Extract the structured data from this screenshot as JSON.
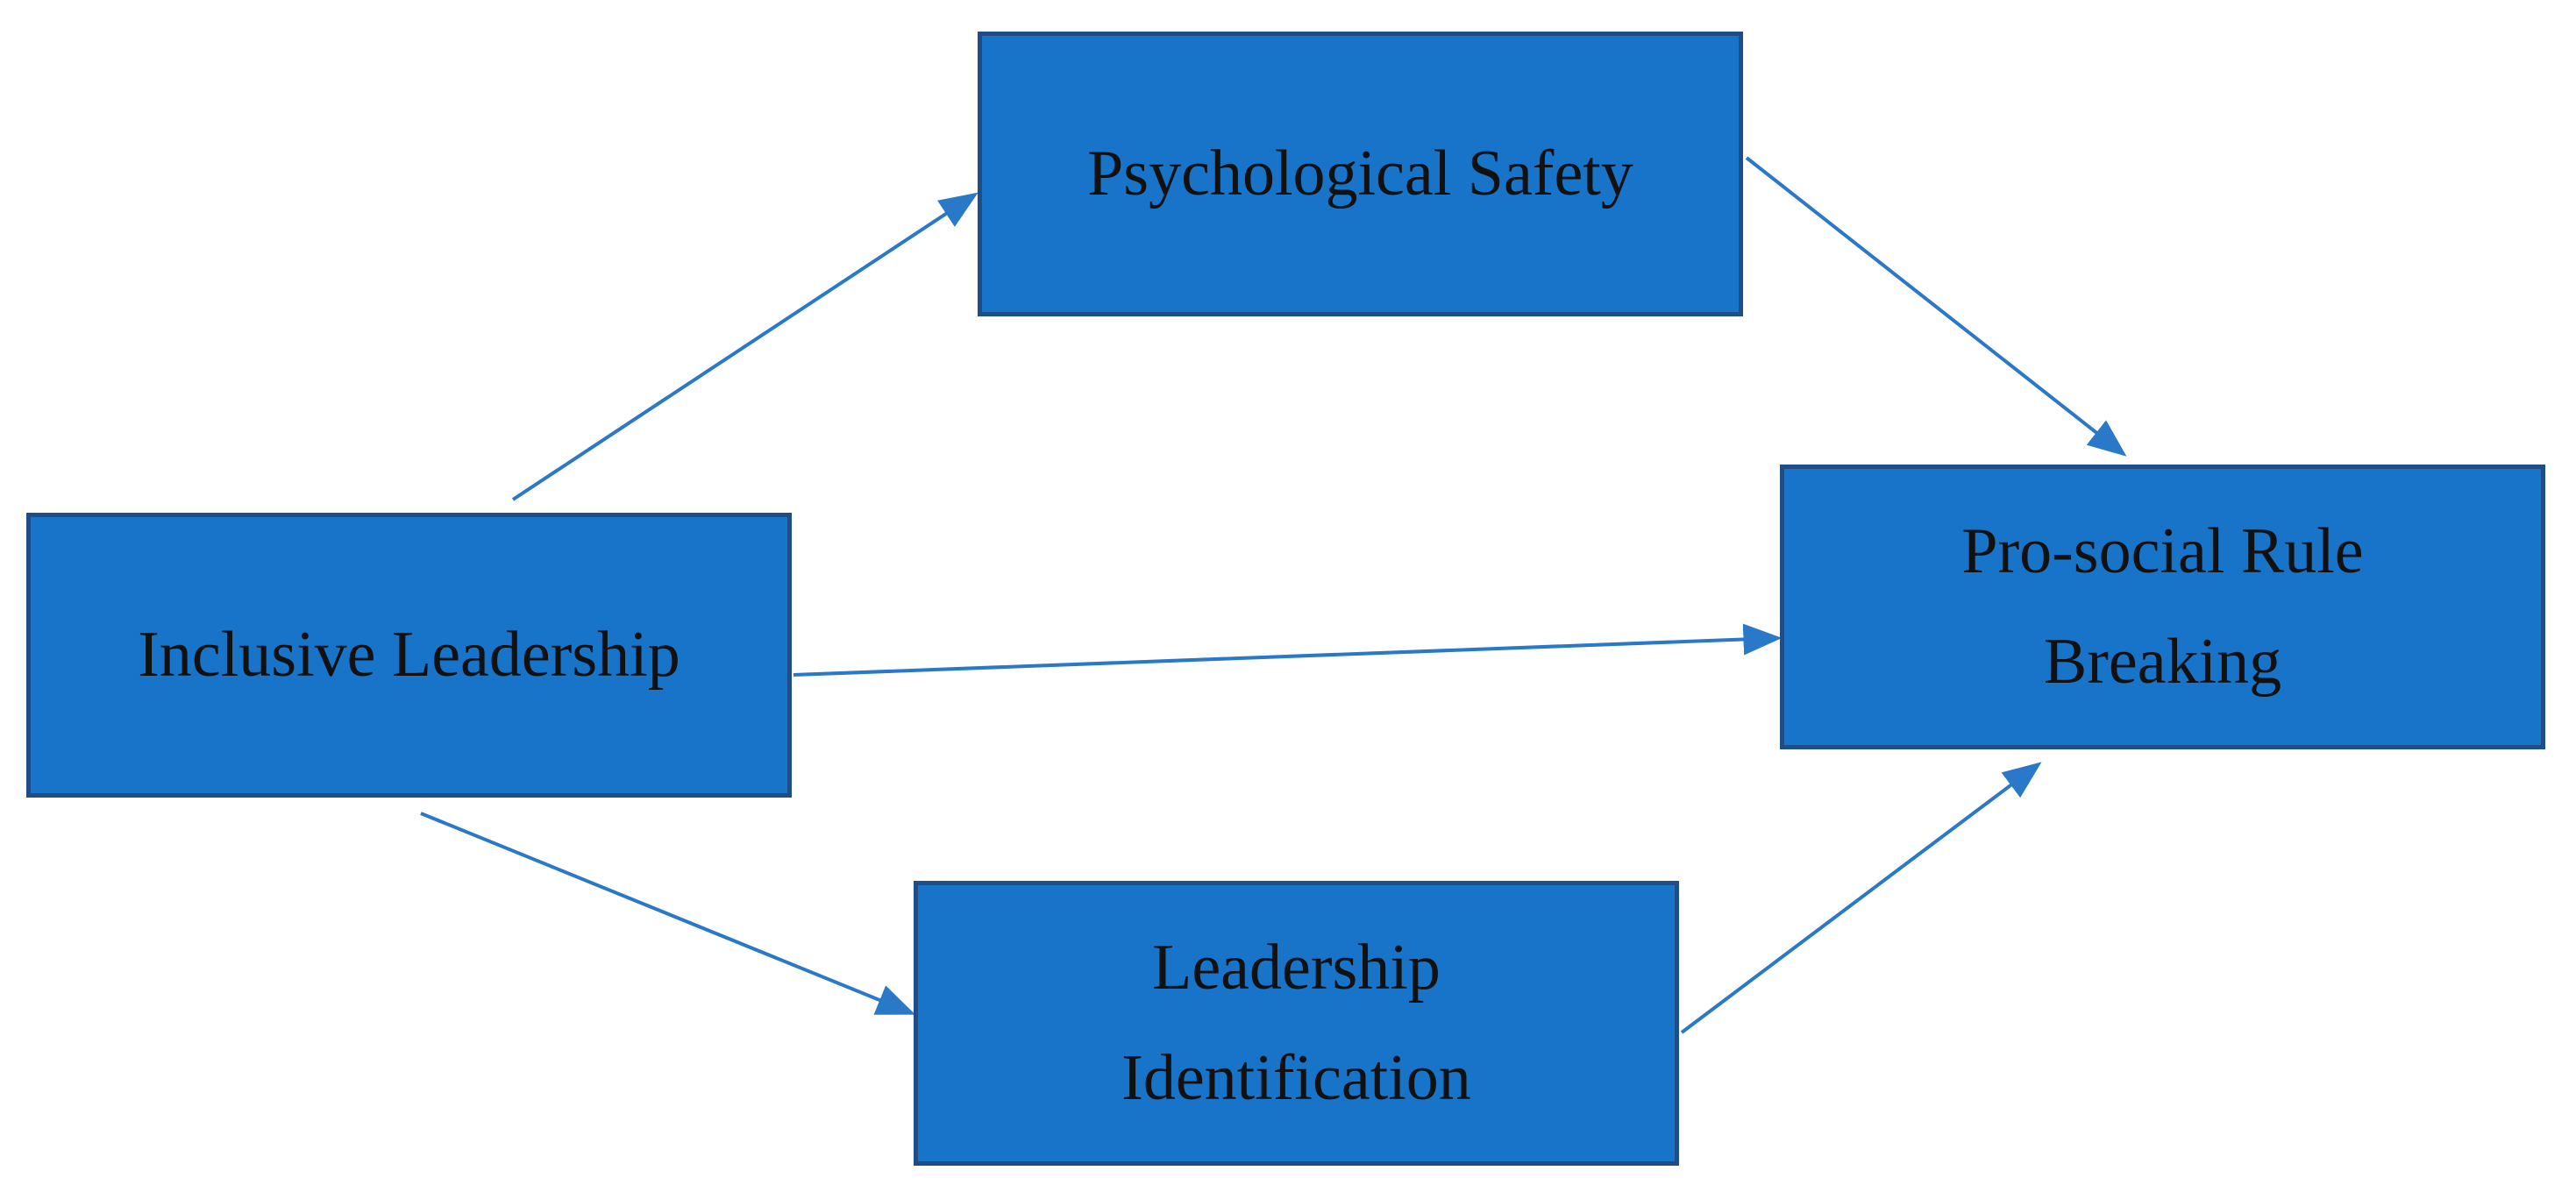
{
  "colors": {
    "box_fill": "#1874c8",
    "box_border": "#1f4e86",
    "arrow": "#2a78c8",
    "text": "#111111"
  },
  "nodes": {
    "psychological_safety": "Psychological Safety",
    "inclusive_leadership": "Inclusive Leadership",
    "pro_social_rule_breaking": "Pro-social Rule\nBreaking",
    "leadership_identification": "Leadership\nIdentification"
  },
  "edges": [
    {
      "from": "inclusive_leadership",
      "to": "psychological_safety"
    },
    {
      "from": "psychological_safety",
      "to": "pro_social_rule_breaking"
    },
    {
      "from": "inclusive_leadership",
      "to": "pro_social_rule_breaking"
    },
    {
      "from": "inclusive_leadership",
      "to": "leadership_identification"
    },
    {
      "from": "leadership_identification",
      "to": "pro_social_rule_breaking"
    }
  ]
}
